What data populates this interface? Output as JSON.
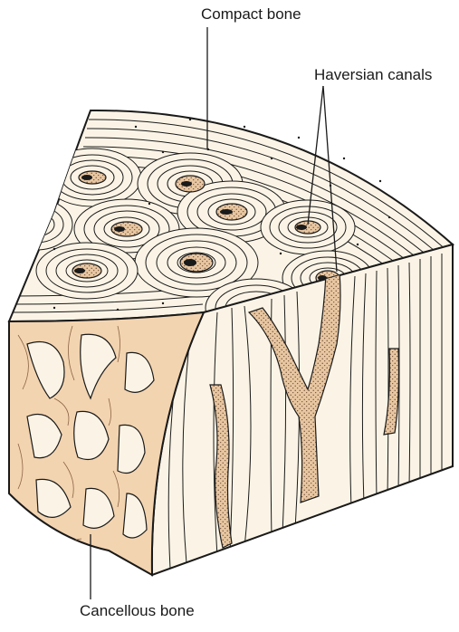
{
  "labels": {
    "compact_bone": "Compact bone",
    "haversian_canals": "Haversian canals",
    "cancellous_bone": "Cancellous bone"
  },
  "colors": {
    "bone": "#fbf4e6",
    "cancellous": "#f3d4b0",
    "canal": "#a07a5a",
    "ink": "#1a1a1a"
  }
}
